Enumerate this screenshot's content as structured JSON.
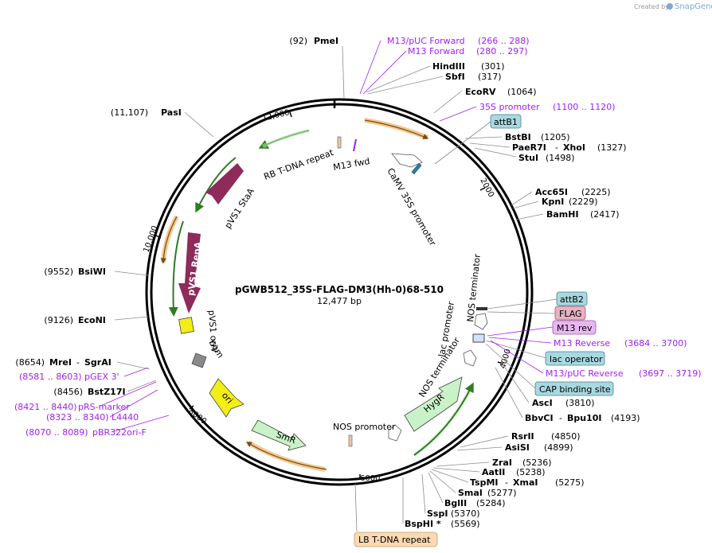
{
  "branding": {
    "created_by": "Created by",
    "product": "SnapGene"
  },
  "plasmid": {
    "name": "pGWB512_35S-FLAG-DM3(Hh-0)68-510",
    "length": "12,477 bp"
  },
  "ticks": [
    "2000",
    "4000",
    "6000",
    "8000",
    "10,000",
    "12,000"
  ],
  "left_sites": {
    "pasi": {
      "pos": "(11,107)",
      "name": "PasI"
    },
    "pmei": {
      "pos": "(92)",
      "name": "PmeI"
    },
    "bsiwi": {
      "pos": "(9552)",
      "name": "BsiWI"
    },
    "econi": {
      "pos": "(9126)",
      "name": "EcoNI"
    },
    "mrei": {
      "pos": "(8654)",
      "name": "MreI",
      "sep": "-",
      "name2": "SgrAI"
    },
    "bstz17i": {
      "pos": "(8456)",
      "name": "BstZ17I"
    }
  },
  "right_sites": {
    "hindiii": {
      "name": "HindIII",
      "pos": "(301)"
    },
    "sbfi": {
      "name": "SbfI",
      "pos": "(317)"
    },
    "ecorv": {
      "name": "EcoRV",
      "pos": "(1064)"
    },
    "bstbi": {
      "name": "BstBI",
      "pos": "(1205)"
    },
    "paer7i": {
      "name": "PaeR7I",
      "sep": "-",
      "name2": "XhoI",
      "pos": "(1327)"
    },
    "stui": {
      "name": "StuI",
      "pos": "(1498)"
    },
    "acc65i": {
      "name": "Acc65I",
      "pos": "(2225)"
    },
    "kpni": {
      "name": "KpnI",
      "pos": "(2229)"
    },
    "bamhi": {
      "name": "BamHI",
      "pos": "(2417)"
    },
    "asci": {
      "name": "AscI",
      "pos": "(3810)"
    },
    "bbvci": {
      "name": "BbvCI",
      "sep": "-",
      "name2": "Bpu10I",
      "pos": "(4193)"
    },
    "rsrii": {
      "name": "RsrII",
      "pos": "(4850)"
    },
    "asisi": {
      "name": "AsiSI",
      "pos": "(4899)"
    },
    "zrai": {
      "name": "ZraI",
      "pos": "(5236)"
    },
    "aatii": {
      "name": "AatII",
      "pos": "(5238)"
    },
    "tspmi": {
      "name": "TspMI",
      "sep": "-",
      "name2": "XmaI",
      "pos": "(5275)"
    },
    "smai": {
      "name": "SmaI",
      "pos": "(5277)"
    },
    "bglii": {
      "name": "BglII",
      "pos": "(5284)"
    },
    "sspi": {
      "name": "SspI",
      "pos": "(5370)"
    },
    "bsphi": {
      "name": "BspHI *",
      "pos": "(5569)"
    }
  },
  "primers": {
    "m13puc_fwd": {
      "name": "M13/pUC Forward",
      "range": "(266 .. 288)"
    },
    "m13_fwd": {
      "name": "M13 Forward",
      "range": "(280 .. 297)"
    },
    "p35s": {
      "name": "35S promoter",
      "range": "(1100 .. 1120)"
    },
    "m13_rev": {
      "name": "M13 Reverse",
      "range": "(3684 .. 3700)"
    },
    "m13puc_rev": {
      "name": "M13/pUC Reverse",
      "range": "(3697 .. 3719)"
    },
    "pgex3": {
      "range": "(8581 .. 8603)",
      "name": "pGEX 3'"
    },
    "prs": {
      "range": "(8421 .. 8440)",
      "name": "pRS-marker"
    },
    "l4440": {
      "range": "(8323 .. 8340)",
      "name": "L4440"
    },
    "pbr322": {
      "range": "(8070 .. 8089)",
      "name": "pBR322ori-F"
    }
  },
  "boxes": {
    "attb1": "attB1",
    "attb2": "attB2",
    "flag": "FLAG",
    "m13rev": "M13 rev",
    "lacop": "lac operator",
    "cap": "CAP binding site",
    "lb": "LB T-DNA repeat"
  },
  "features": {
    "rb": "RB T-DNA repeat",
    "m13fwd": "M13 fwd",
    "camv": "CaMV 35S promoter",
    "staa": "pVS1 StaA",
    "repa": "pVS1 RepA",
    "oriv": "pVS1 oriV",
    "bom": "bom",
    "ori": "ori",
    "smr": "SmR",
    "nosprom": "NOS promoter",
    "hygr": "HygR",
    "nosterm1": "NOS terminator",
    "lacprom": "lac promoter",
    "nosterm2": "NOS terminator"
  },
  "colors": {
    "repa": "#8e2b5a",
    "ori": "#f2ee16",
    "oriv": "#f2ee16",
    "hygr": "#c9f2c9",
    "smr": "#c9f2c9",
    "orf_inner": "#2e7d1f",
    "orf_outer": "#f3c88d",
    "box_blue": "#a8d8e0",
    "box_pink": "#e7b2c2",
    "box_violet": "#e8b7f0",
    "lb_box": "#fbd9b4",
    "primer": "#a020f0"
  }
}
